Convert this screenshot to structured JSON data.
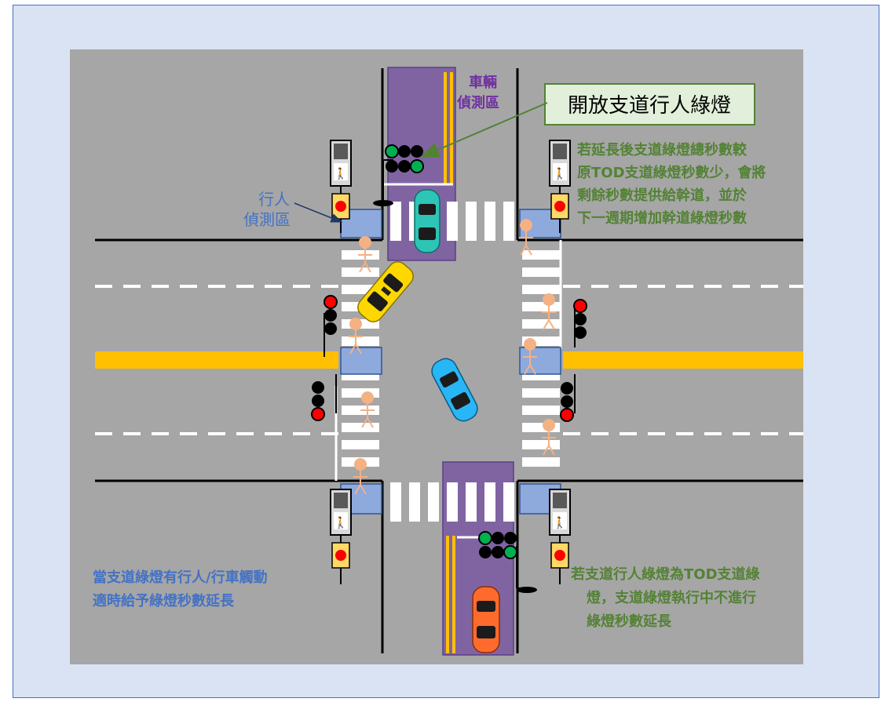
{
  "colors": {
    "frame_bg": "#dae3f3",
    "frame_border": "#4472c4",
    "road": "#a6a6a6",
    "detection_zone_vehicle": "#8064a2",
    "detection_zone_pedestrian": "#8ea9db",
    "median_yellow": "#ffc000",
    "callout_bg": "#e2efda",
    "callout_border": "#548235",
    "text_purple": "#7030a0",
    "text_green": "#548235",
    "text_blue": "#4472c4",
    "pedestrian": "#f4b183",
    "signal_green": "#00b050",
    "signal_red": "#ff0000"
  },
  "labels": {
    "vehicle_detection_line1": "車輛",
    "vehicle_detection_line2": "偵測區",
    "pedestrian_detection_line1": "行人",
    "pedestrian_detection_line2": "偵測區",
    "callout": "開放支道行人綠燈",
    "note_extension_line1": "若延長後支道綠燈總秒數較",
    "note_extension_line2": "原TOD支道綠燈秒數少，會將",
    "note_extension_line3": "剩餘秒數提供給幹道，並於",
    "note_extension_line4": "下一週期增加幹道綠燈秒數",
    "note_trigger_line1": "當支道綠燈有行人/行車觸動",
    "note_trigger_line2": "適時給予綠燈秒數延長",
    "note_tod_line1": "若支道行人綠燈為TOD支道綠",
    "note_tod_line2": "燈，支道綠燈執行中不進行",
    "note_tod_line3": "綠燈秒數延長"
  },
  "icons": {
    "pedestrian": "person-icon",
    "walk_signal": "walking-person-icon",
    "push_button": "push-button-icon",
    "car": "car-icon",
    "traffic_signal": "traffic-light-icon"
  }
}
